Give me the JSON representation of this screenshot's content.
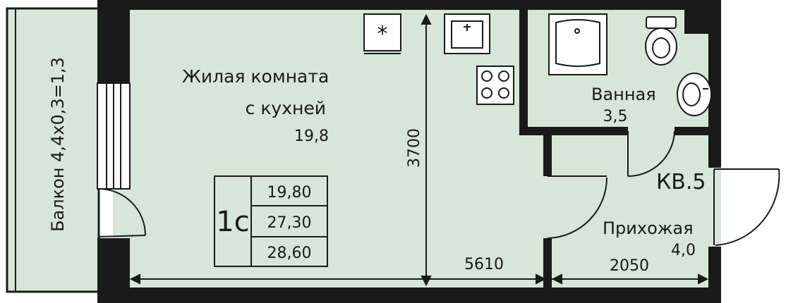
{
  "colors": {
    "floor": "#d6e6d8",
    "wall": "#1a1a1a",
    "background": "#ffffff"
  },
  "rooms": {
    "living": {
      "name_line1": "Жилая комната",
      "name_line2": "с кухней",
      "area": "19,8"
    },
    "bathroom": {
      "name": "Ванная",
      "area": "3,5"
    },
    "hallway": {
      "name": "Прихожая",
      "area": "4,0"
    },
    "balcony": {
      "name": "Балкон 4,4х0,3=1,3"
    }
  },
  "apartment": {
    "number": "КВ.5"
  },
  "summary": {
    "type": "1с",
    "living_area": "19,80",
    "total_area": "27,30",
    "total_with_balcony": "28,60"
  },
  "dimensions": {
    "height": "3700",
    "living_width": "5610",
    "hall_width": "2050"
  },
  "icons": [
    "fridge-icon",
    "sink-icon",
    "stove-icon",
    "bathtub-icon",
    "toilet-icon",
    "washbasin-icon"
  ]
}
